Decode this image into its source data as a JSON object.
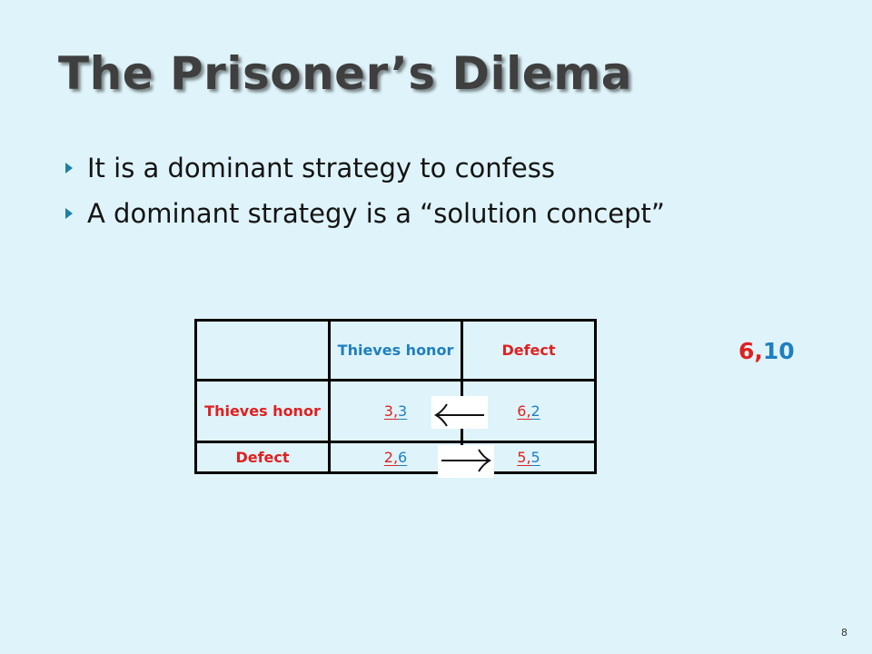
{
  "slide": {
    "title": "The Prisoner’s Dilema",
    "bullets": [
      "It is a dominant strategy to confess",
      "A dominant strategy is a “solution concept”"
    ],
    "matrix": {
      "col_headers": [
        "Thieves honor",
        "Defect"
      ],
      "rows": [
        {
          "label": "Thieves honor",
          "cells": [
            [
              "3",
              "3"
            ],
            [
              "6",
              "2"
            ]
          ]
        },
        {
          "label": "Defect",
          "cells": [
            [
              "2",
              "6"
            ],
            [
              "5",
              "5"
            ]
          ]
        }
      ]
    },
    "outcome": {
      "first": "6",
      "sep": ",",
      "second": "10"
    },
    "page_number": "8",
    "colors": {
      "player1": "#e02020",
      "player2": "#1f7fc0",
      "accent": "#1f7fa6"
    }
  }
}
